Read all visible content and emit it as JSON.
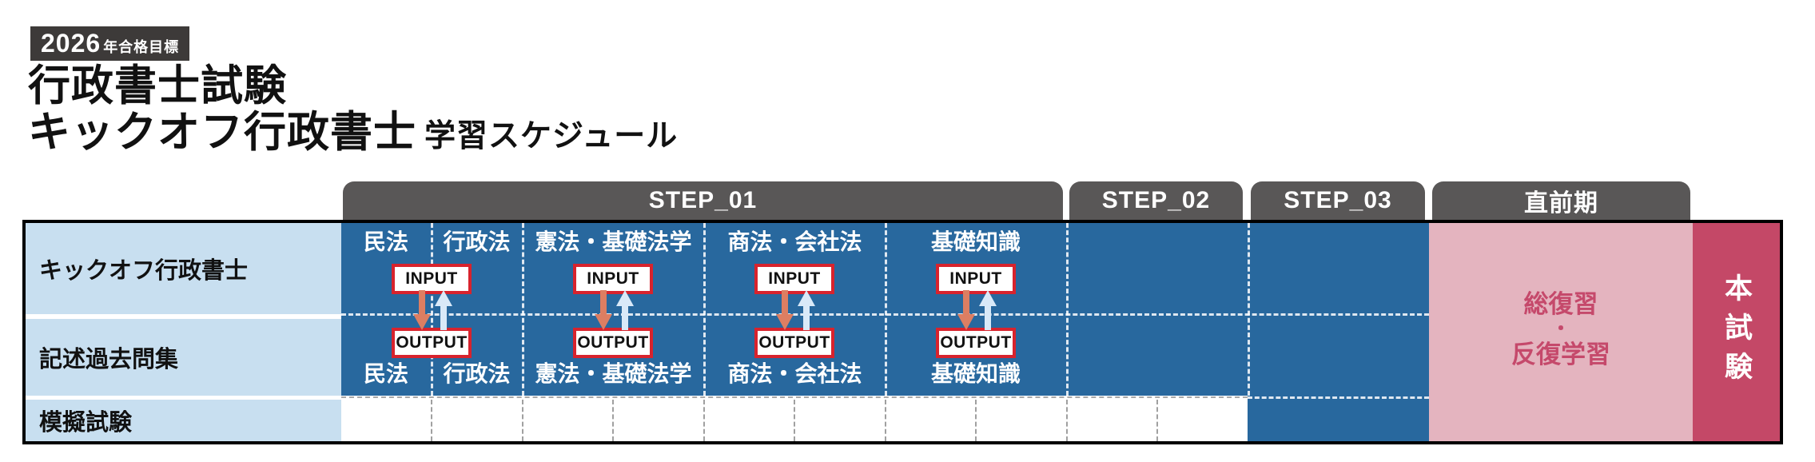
{
  "badge": {
    "year": "2026",
    "label": "年合格目標"
  },
  "title": {
    "line1": "行政書士試験",
    "line2": "キックオフ行政書士",
    "line2_sub": "学習スケジュール"
  },
  "header": {
    "steps": [
      {
        "label": "STEP_01"
      },
      {
        "label": "STEP_02"
      },
      {
        "label": "STEP_03"
      },
      {
        "label": "直前期"
      }
    ]
  },
  "schedule": {
    "row_labels": [
      {
        "label": "キックオフ行政書士"
      },
      {
        "label": "記述過去問集"
      },
      {
        "label": "模擬試験"
      }
    ],
    "subjects": [
      {
        "name": "民法"
      },
      {
        "name": "行政法"
      },
      {
        "name": "憲法・基礎法学"
      },
      {
        "name": "商法・会社法"
      },
      {
        "name": "基礎知識"
      }
    ],
    "io": {
      "input": "INPUT",
      "output": "OUTPUT"
    },
    "final_phase": {
      "line1": "総復習",
      "separator": "・",
      "line2": "反復学習"
    },
    "exam_label": "本試験"
  },
  "colors": {
    "blue": "#28689e",
    "light_blue": "#c8dff0",
    "pink": "#e4b4bf",
    "crimson": "#c44867",
    "tab_gray": "#595757",
    "badge_bg": "#3d3a39",
    "io_border_red": "#d8232d",
    "arrow_down_salmon": "#dd7e62",
    "arrow_up_pale_blue": "#d9e9f8"
  }
}
